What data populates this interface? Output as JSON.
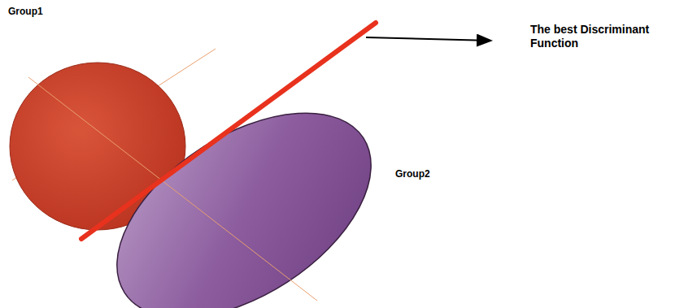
{
  "diagram": {
    "labels": [
      "Group1",
      "Group2",
      "The best Discriminant Function"
    ]
  }
}
